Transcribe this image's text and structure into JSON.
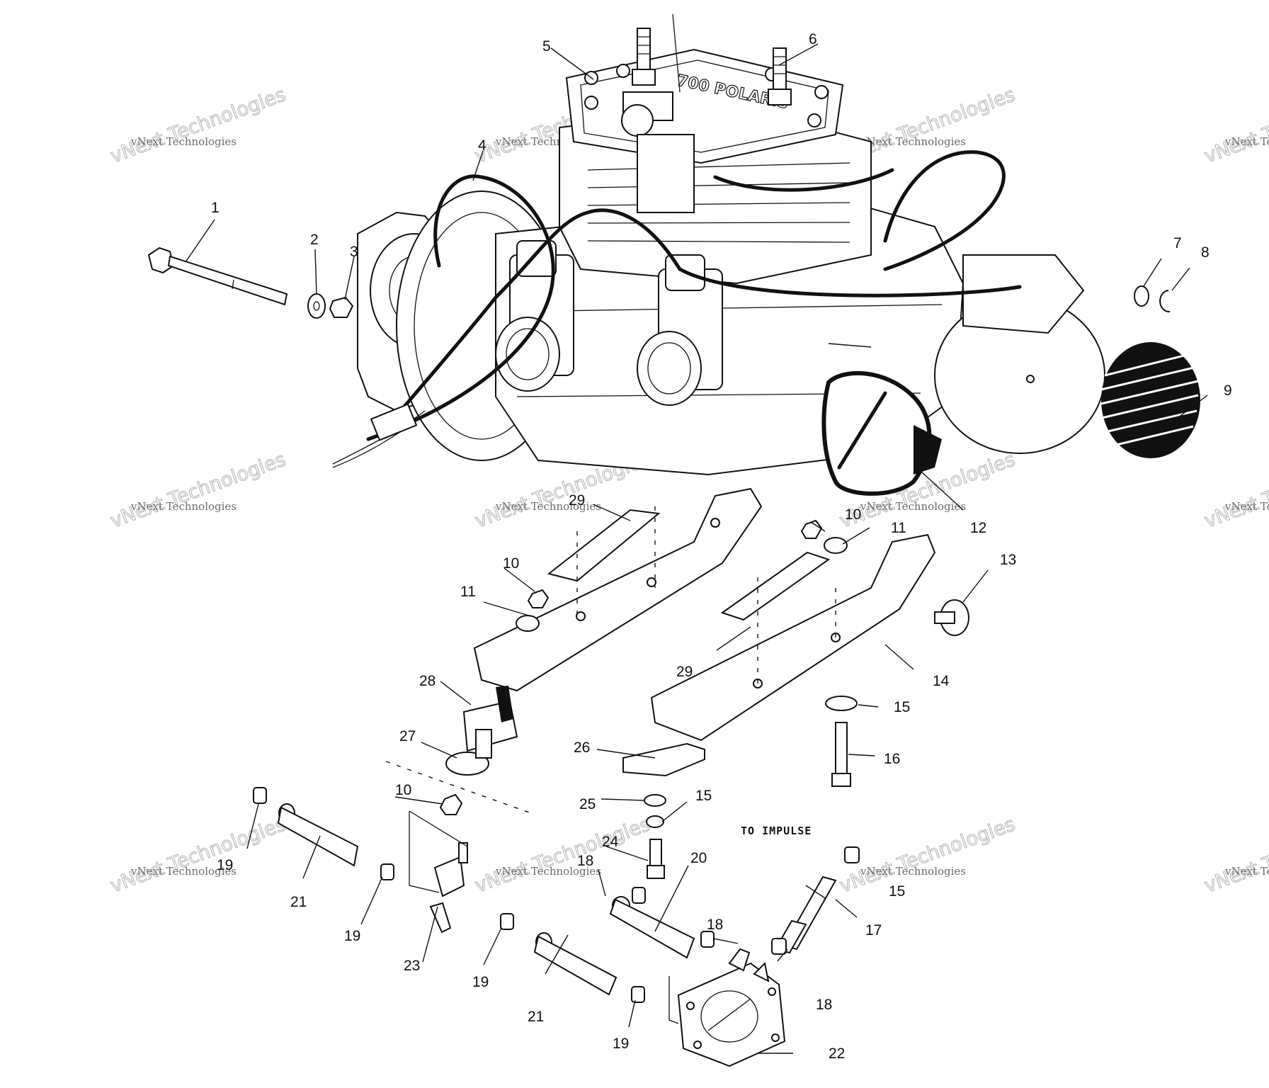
{
  "diagram": {
    "note": "TO IMPULSE",
    "watermark_small": "vNext Technologies",
    "watermark_big": "vNext Technologies",
    "engine_lettering": "700 POLARIS",
    "callouts": [
      {
        "id": "c1",
        "label": "1"
      },
      {
        "id": "c2",
        "label": "2"
      },
      {
        "id": "c3",
        "label": "3"
      },
      {
        "id": "c4",
        "label": "4"
      },
      {
        "id": "c5",
        "label": "5"
      },
      {
        "id": "c6",
        "label": "6"
      },
      {
        "id": "c7",
        "label": "7"
      },
      {
        "id": "c8",
        "label": "8"
      },
      {
        "id": "c9",
        "label": "9"
      },
      {
        "id": "c10a",
        "label": "10"
      },
      {
        "id": "c10b",
        "label": "10"
      },
      {
        "id": "c10c",
        "label": "10"
      },
      {
        "id": "c11a",
        "label": "11"
      },
      {
        "id": "c11b",
        "label": "11"
      },
      {
        "id": "c12",
        "label": "12"
      },
      {
        "id": "c13",
        "label": "13"
      },
      {
        "id": "c14",
        "label": "14"
      },
      {
        "id": "c15a",
        "label": "15"
      },
      {
        "id": "c15b",
        "label": "15"
      },
      {
        "id": "c15c",
        "label": "15"
      },
      {
        "id": "c16",
        "label": "16"
      },
      {
        "id": "c17",
        "label": "17"
      },
      {
        "id": "c18a",
        "label": "18"
      },
      {
        "id": "c18b",
        "label": "18"
      },
      {
        "id": "c18c",
        "label": "18"
      },
      {
        "id": "c19a",
        "label": "19"
      },
      {
        "id": "c19b",
        "label": "19"
      },
      {
        "id": "c19c",
        "label": "19"
      },
      {
        "id": "c19d",
        "label": "19"
      },
      {
        "id": "c20",
        "label": "20"
      },
      {
        "id": "c21a",
        "label": "21"
      },
      {
        "id": "c21b",
        "label": "21"
      },
      {
        "id": "c22",
        "label": "22"
      },
      {
        "id": "c23",
        "label": "23"
      },
      {
        "id": "c24",
        "label": "24"
      },
      {
        "id": "c25",
        "label": "25"
      },
      {
        "id": "c26",
        "label": "26"
      },
      {
        "id": "c27",
        "label": "27"
      },
      {
        "id": "c28",
        "label": "28"
      },
      {
        "id": "c29a",
        "label": "29"
      },
      {
        "id": "c29b",
        "label": "29"
      }
    ]
  }
}
